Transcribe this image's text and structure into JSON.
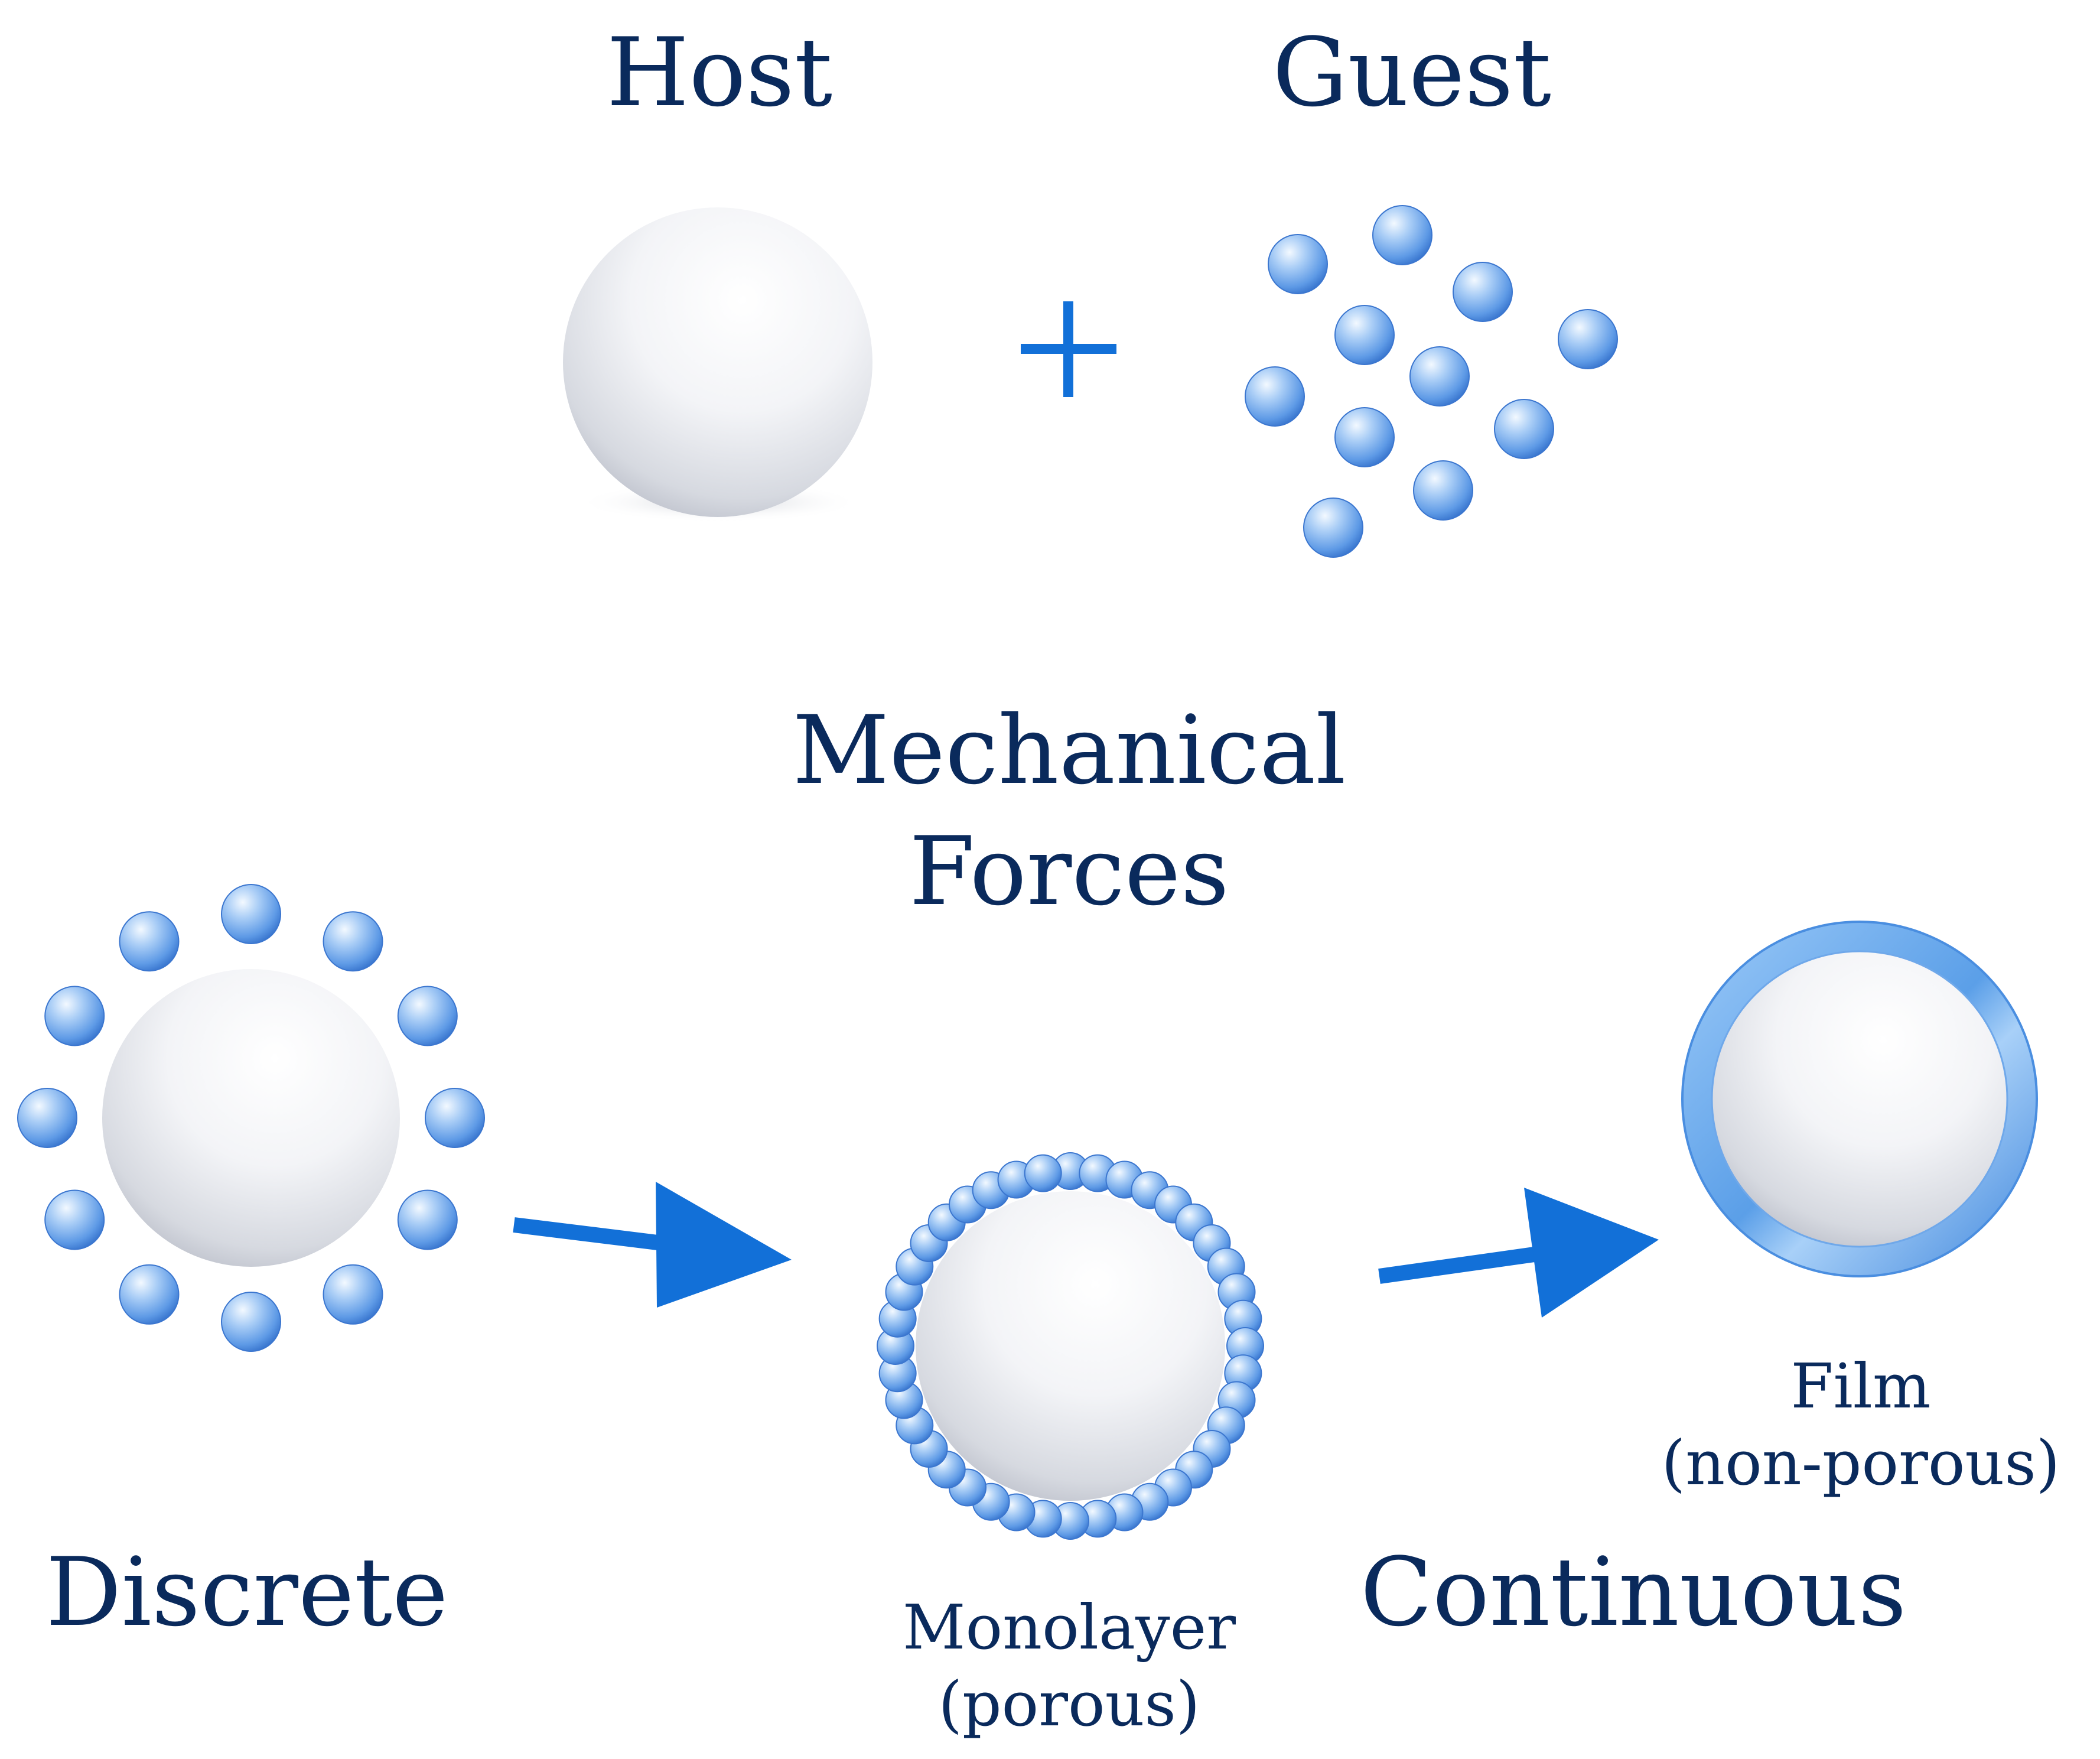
{
  "labels": {
    "host": "Host",
    "guest": "Guest",
    "plus": "+",
    "mechanical_line1": "Mechanical",
    "mechanical_line2": "Forces",
    "discrete": "Discrete",
    "continuous": "Continuous",
    "monolayer_line1": "Monolayer",
    "monolayer_line2": "(porous)",
    "film_line1": "Film",
    "film_line2": "(non-porous)"
  },
  "colors": {
    "text": "#0a2a5c",
    "arrow": "#1270d8",
    "guest_light": "#e2f0ff",
    "guest_mid": "#7fb4f0",
    "guest_dark": "#2a6fd0",
    "host_light": "#ffffff",
    "host_dark": "#b4b8c4",
    "film_ring": "#5aa2ea"
  },
  "icons": {
    "host_particle": "large-white-sphere",
    "guest_particle": "small-blue-sphere",
    "process_arrow": "arrow-right"
  }
}
